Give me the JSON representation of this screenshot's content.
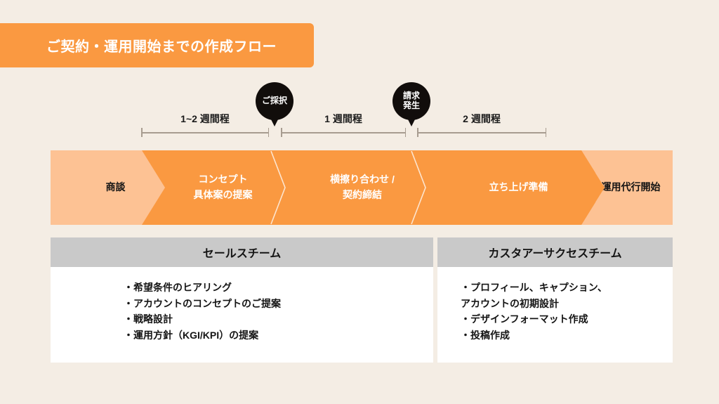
{
  "banner": {
    "title": "ご契約・運用開始までの作成フロー",
    "bg_color": "#FA9941",
    "text_color": "#FFFFFF"
  },
  "background_color": "#F4EDE4",
  "timeline": {
    "segments": [
      {
        "label": "1~2 週間程"
      },
      {
        "label": "1 週間程"
      },
      {
        "label": "2 週間程"
      }
    ],
    "markers": [
      {
        "label": "ご採択",
        "color": "#110D0B"
      },
      {
        "label": "請求\n発生",
        "color": "#110D0B"
      }
    ]
  },
  "flow": {
    "steps": [
      {
        "label": "商談",
        "fill": "#FDC294",
        "text_color": "#141414"
      },
      {
        "label": "コンセプト\n具体案の提案",
        "fill": "#FA9941",
        "text_color": "#FFFFFF"
      },
      {
        "label": "横擦り合わせ /\n契約締結",
        "fill": "#FA9941",
        "text_color": "#FFFFFF"
      },
      {
        "label": "立ち上げ準備",
        "fill": "#FA9941",
        "text_color": "#FFFFFF"
      },
      {
        "label": "運用代行開始",
        "fill": "#FDC294",
        "text_color": "#141414"
      }
    ]
  },
  "panels": [
    {
      "title": "セールスチーム",
      "header_color": "#C9C9C9",
      "items": [
        "・希望条件のヒアリング",
        "・アカウントのコンセプトのご提案",
        "・戦略設計",
        "・運用方針（KGI/KPI）の提案"
      ]
    },
    {
      "title": "カスタアーサクセスチーム",
      "header_color": "#C9C9C9",
      "items": [
        "・プロフィール、キャプション、\nアカウントの初期設計",
        "・デザインフォーマット作成",
        "・投稿作成"
      ]
    }
  ]
}
